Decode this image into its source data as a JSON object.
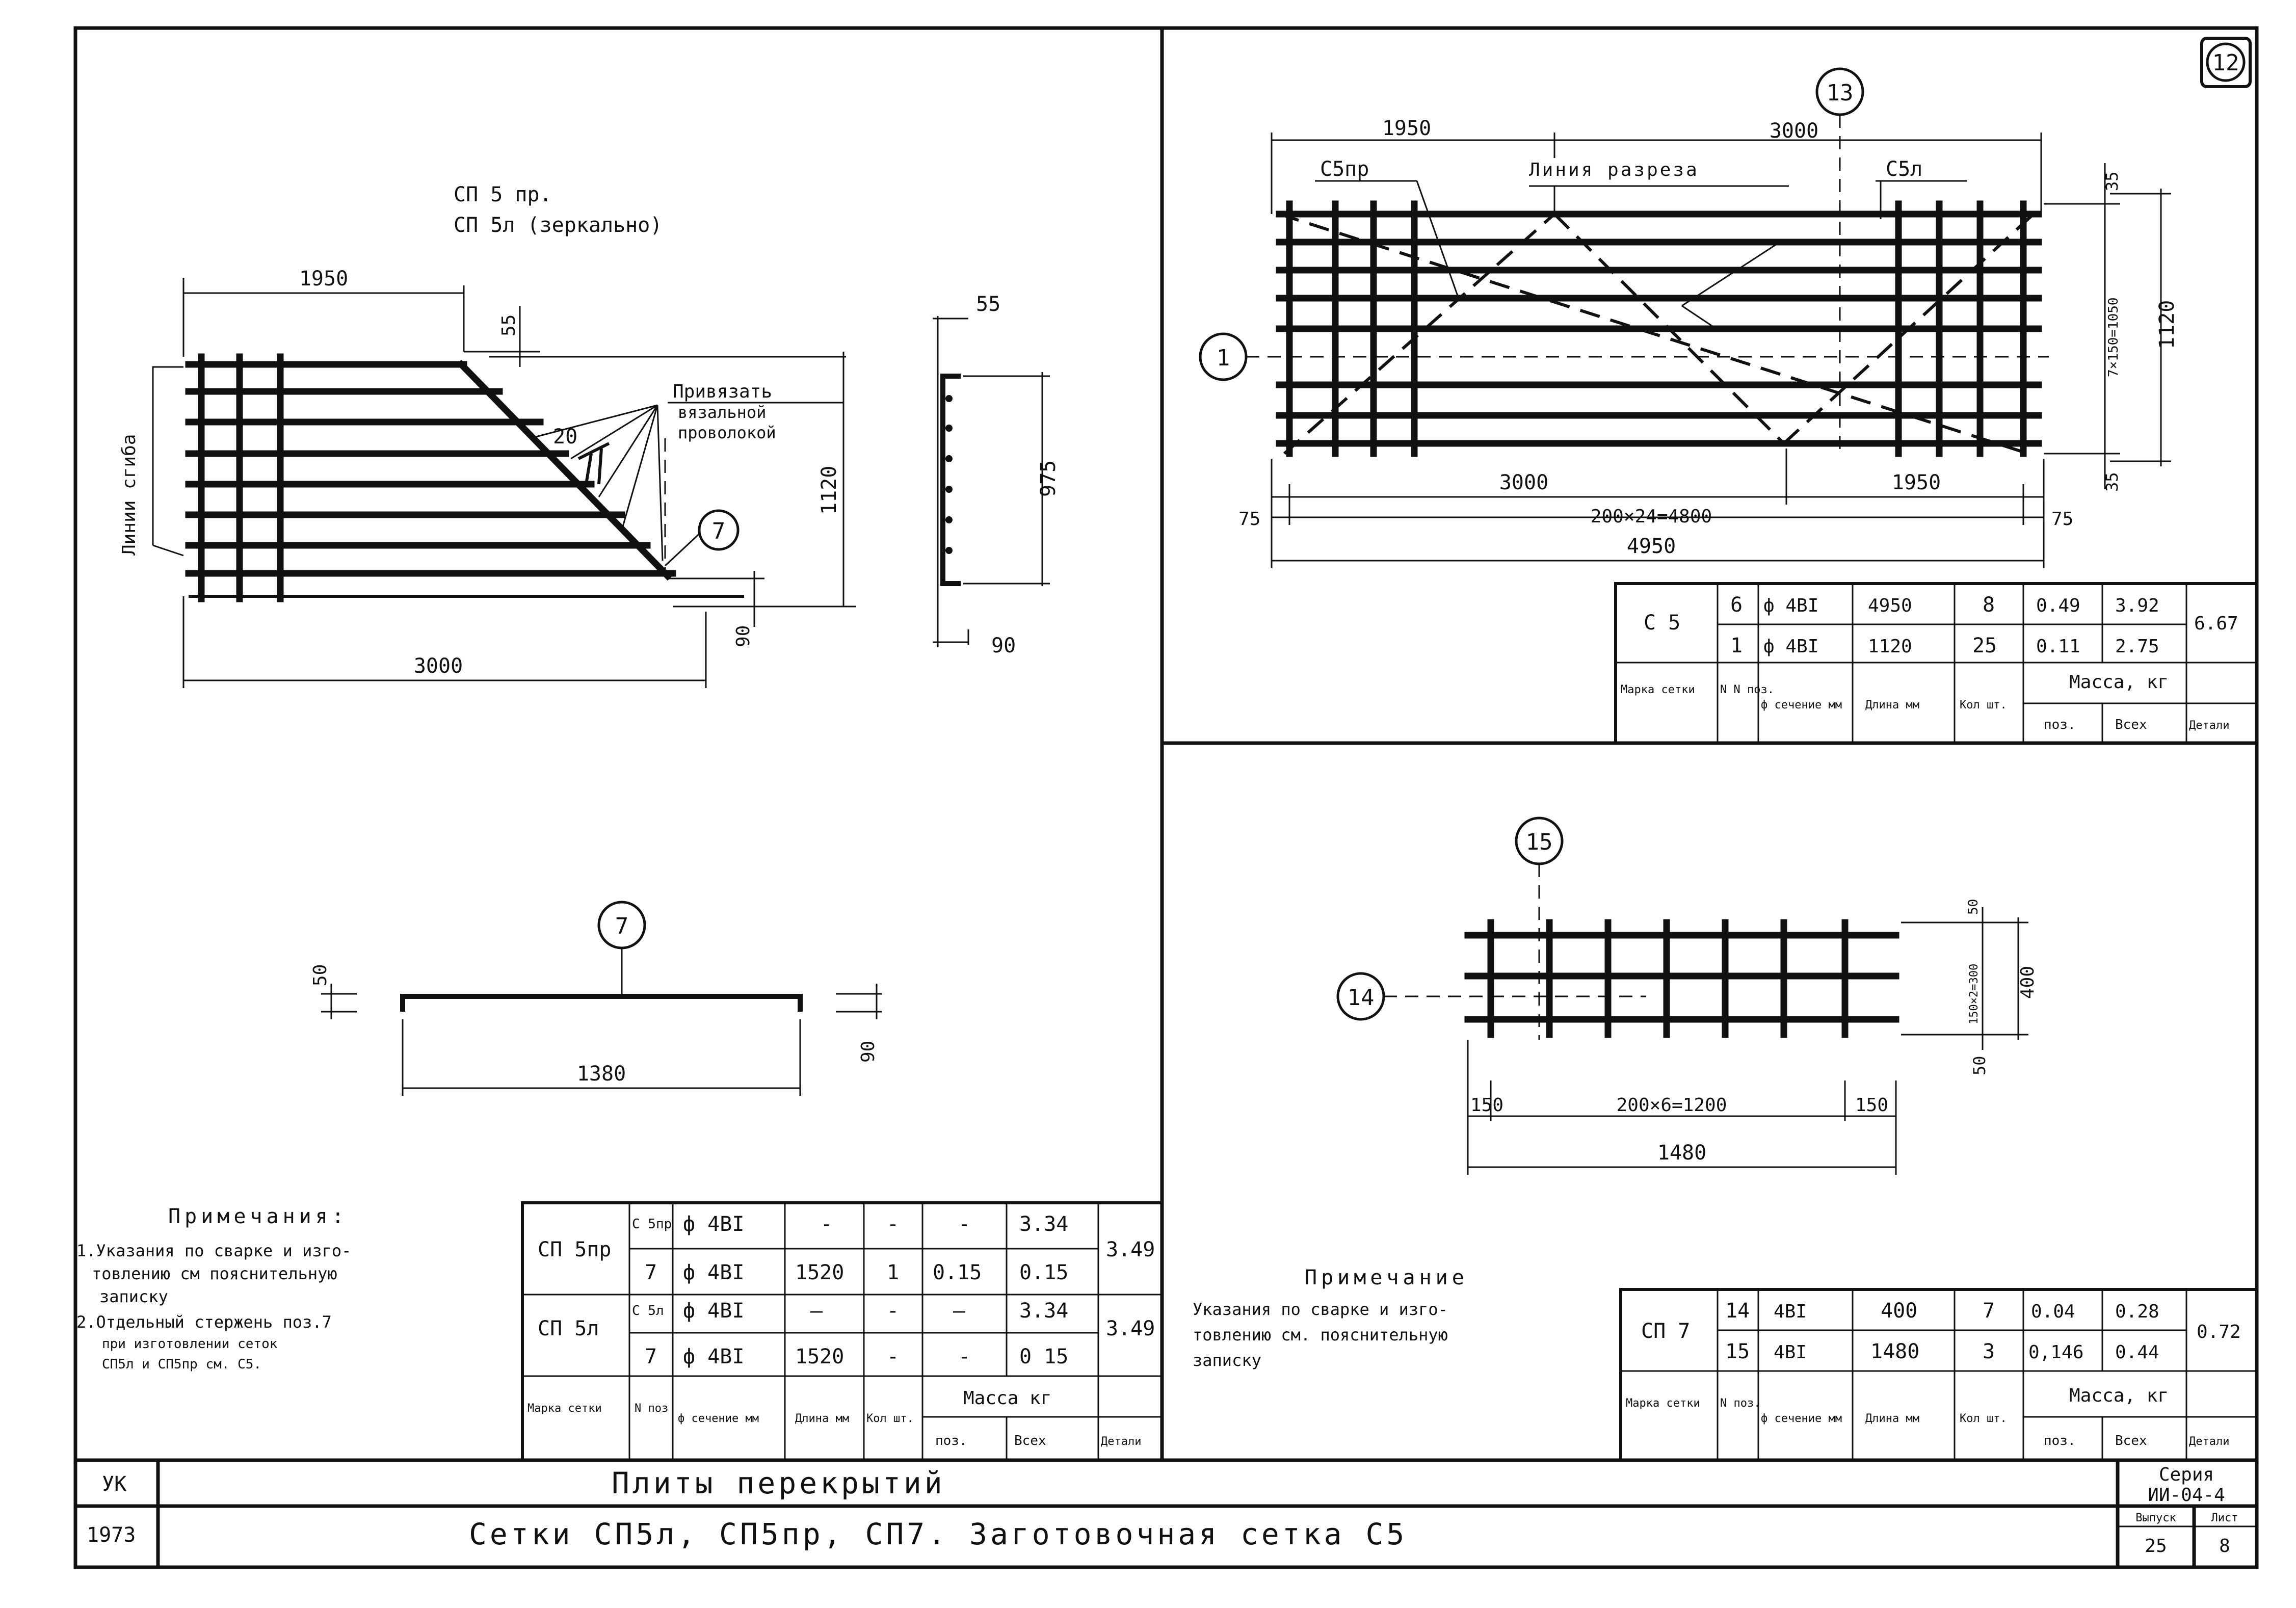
{
  "sheet_number": "12",
  "left_view": {
    "title_line1": "СП 5 пр.",
    "title_line2": "СП 5л (зеркально)",
    "side_label": "Линии сгиба",
    "dim_top": "1950",
    "dim_55": "55",
    "dim_20": "20",
    "note_line1": "Привязать",
    "note_line2": "вязальной",
    "note_line3": "проволокой",
    "mark_7": "7",
    "dim_1120": "1120",
    "dim_3000": "3000",
    "dim_90": "90",
    "profile_55": "55",
    "profile_975": "975",
    "profile_90": "90"
  },
  "rod7_view": {
    "mark": "7",
    "dim_50": "50",
    "dim_90": "90",
    "dim_1380": "1380"
  },
  "left_notes": {
    "heading": "Примечания:",
    "line1": "1.Указания по сварке и изго-",
    "line2": "товлению см пояснительную",
    "line3": "записку",
    "line4": "2.Отдельный стержень поз.7",
    "line5": "при изготовлении сеток",
    "line6": "СП5л и СП5пр см. С5."
  },
  "table_sp5": {
    "rows": [
      [
        "СП 5пр",
        "С 5пр",
        "ф 4ВI",
        "-",
        "-",
        "-",
        "3.34",
        "3.49"
      ],
      [
        "",
        "7",
        "ф 4ВI",
        "1520",
        "1",
        "0.15",
        "0.15",
        ""
      ],
      [
        "СП 5л",
        "С 5л",
        "ф 4ВI",
        "—",
        "-",
        "—",
        "3.34",
        "3.49"
      ],
      [
        "",
        "7",
        "ф 4ВI",
        "1520",
        "-",
        "-",
        "0 15",
        ""
      ]
    ],
    "header": {
      "mark": "Марка сетки",
      "pos": "N поз",
      "section": "ф сечение мм",
      "length": "Длина мм",
      "qty": "Кол шт.",
      "mass": "Масса кг",
      "mass_pos": "поз.",
      "mass_all": "Всех",
      "mass_det": "Детали"
    }
  },
  "c5_view": {
    "mark_13": "13",
    "mark_1": "1",
    "dim_1950": "1950",
    "dim_3000": "3000",
    "label_c5pr": "С5пр",
    "label_cut": "Линия разреза",
    "label_c5l": "С5л",
    "dim_35a": "35",
    "dim_35b": "35",
    "dim_7x150": "7×150=1050",
    "dim_1120": "1120",
    "dim_bottom_3000": "3000",
    "dim_bottom_1950": "1950",
    "dim_75a": "75",
    "dim_75b": "75",
    "dim_200x24": "200×24=4800",
    "dim_4950": "4950"
  },
  "table_c5": {
    "mark": "С 5",
    "rows": [
      [
        "6",
        "ф 4ВI",
        "4950",
        "8",
        "0.49",
        "3.92"
      ],
      [
        "1",
        "ф 4ВI",
        "1120",
        "25",
        "0.11",
        "2.75"
      ]
    ],
    "det_total": "6.67",
    "header": {
      "mark": "Марка сетки",
      "pos": "N N поз.",
      "section": "ф сечение мм",
      "length": "Длина мм",
      "qty": "Кол шт.",
      "mass": "Масса, кг",
      "mass_pos": "поз.",
      "mass_all": "Всех",
      "mass_det": "Детали"
    }
  },
  "sp7_view": {
    "mark_15": "15",
    "mark_14": "14",
    "dim_50a": "50",
    "dim_150x2": "150×2=300",
    "dim_400": "400",
    "dim_50b": "50",
    "dim_150a": "150",
    "dim_200x6": "200×6=1200",
    "dim_150b": "150",
    "dim_1480": "1480"
  },
  "right_notes": {
    "heading": "Примечание",
    "line1": "Указания по сварке и изго-",
    "line2": "товлению см. пояснительную",
    "line3": "записку"
  },
  "table_sp7": {
    "mark": "СП 7",
    "rows": [
      [
        "14",
        "4ВI",
        "400",
        "7",
        "0.04",
        "0.28"
      ],
      [
        "15",
        "4ВI",
        "1480",
        "3",
        "0,146",
        "0.44"
      ]
    ],
    "det_total": "0.72",
    "header": {
      "mark": "Марка сетки",
      "pos": "N поз.",
      "section": "ф сечение мм",
      "length": "Длина мм",
      "qty": "Кол шт.",
      "mass": "Масса, кг",
      "mass_pos": "поз.",
      "mass_all": "Всех",
      "mass_det": "Детали"
    }
  },
  "title_block": {
    "code": "УК",
    "year": "1973",
    "title": "Плиты перекрытий",
    "subtitle": "Сетки СП5л, СП5пр, СП7. Заготовочная сетка С5",
    "series_label": "Серия",
    "series_value": "ИИ-04-4",
    "issue_label": "Выпуск",
    "issue_value": "25",
    "sheet_label": "Лист",
    "sheet_value": "8"
  }
}
